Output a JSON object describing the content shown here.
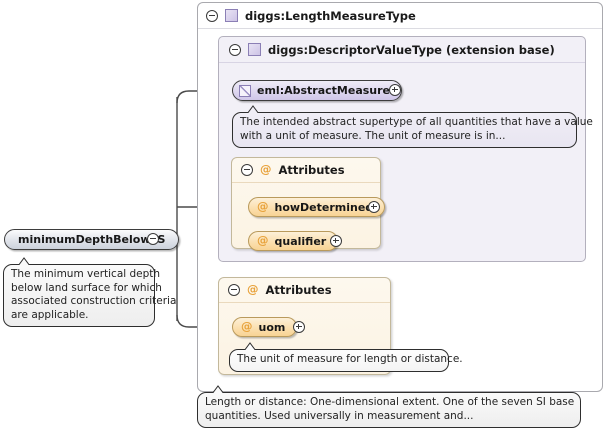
{
  "diagram": {
    "kind": "xsd-schema-tree",
    "title": "diggs:LengthMeasureType"
  },
  "root_node": {
    "label": "minimumDepthBelowLS",
    "toggle": "collapse-minus",
    "documentation": [
      "The minimum vertical depth",
      "below land surface for which",
      "associated construction criteria",
      "are applicable."
    ]
  },
  "outer_type": {
    "label": "diggs:LengthMeasureType",
    "icon": "type-square-icon",
    "toggle": "collapse-minus"
  },
  "extension_base": {
    "label": "diggs:DescriptorValueType (extension base)",
    "icon": "type-square-icon",
    "toggle": "collapse-minus"
  },
  "abstract_element": {
    "label": "eml:AbstractMeasure",
    "icon": "abstract-element-icon",
    "toggle": "expand-plus",
    "documentation": [
      "The intended abstract supertype of all quantities that have a value",
      "with a unit of measure. The unit of measure is in..."
    ]
  },
  "attributes_inner": {
    "label": "Attributes",
    "at_symbol": "@",
    "toggle": "collapse-minus",
    "items": [
      {
        "label": "howDetermined",
        "at_symbol": "@",
        "toggle": "expand-plus"
      },
      {
        "label": "qualifier",
        "at_symbol": "@",
        "toggle": "expand-plus"
      }
    ]
  },
  "attributes_outer": {
    "label": "Attributes",
    "at_symbol": "@",
    "toggle": "collapse-minus",
    "items": [
      {
        "label": "uom",
        "at_symbol": "@",
        "toggle": "expand-plus"
      }
    ],
    "uom_documentation": [
      "The unit of measure for length or distance."
    ]
  },
  "bottom_documentation": [
    "Length or distance: One-dimensional extent. One of the seven SI base",
    "quantities. Used universally in measurement and..."
  ],
  "colors": {
    "element_purple": "#cfc6e8",
    "attribute_orange": "#f8d394",
    "at_sign": "#e8a33d",
    "container_border": "#a9a9ae",
    "inner_bg": "#f2f0f7",
    "connector": "#4a4a4a"
  }
}
